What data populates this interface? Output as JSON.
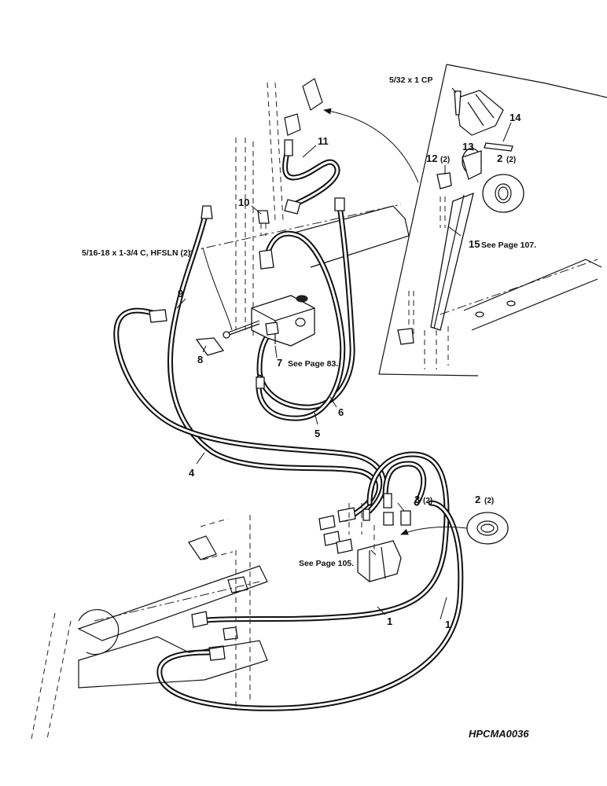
{
  "drawing_code": "HPCMA0036",
  "callouts": {
    "c1a": "1",
    "c1b": "1",
    "c2_top": "2",
    "c2_top_qty": "(2)",
    "c2_bottom": "2",
    "c2_bottom_qty": "(2)",
    "c3": "3",
    "c3_qty": "(2)",
    "c4": "4",
    "c5": "5",
    "c6": "6",
    "c7": "7",
    "c7_ref": "See Page 83.",
    "c8": "8",
    "c9": "9",
    "c10": "10",
    "c11": "11",
    "c12": "12",
    "c12_qty": "(2)",
    "c13": "13",
    "c14": "14",
    "c15": "15",
    "c15_ref": "See Page 107."
  },
  "notes": {
    "cotter_pin": "5/32  x 1 CP",
    "bolt_spec": "5/16-18 x 1-3/4 C,  HFSLN (2)",
    "valve_ref": "See Page 105."
  }
}
